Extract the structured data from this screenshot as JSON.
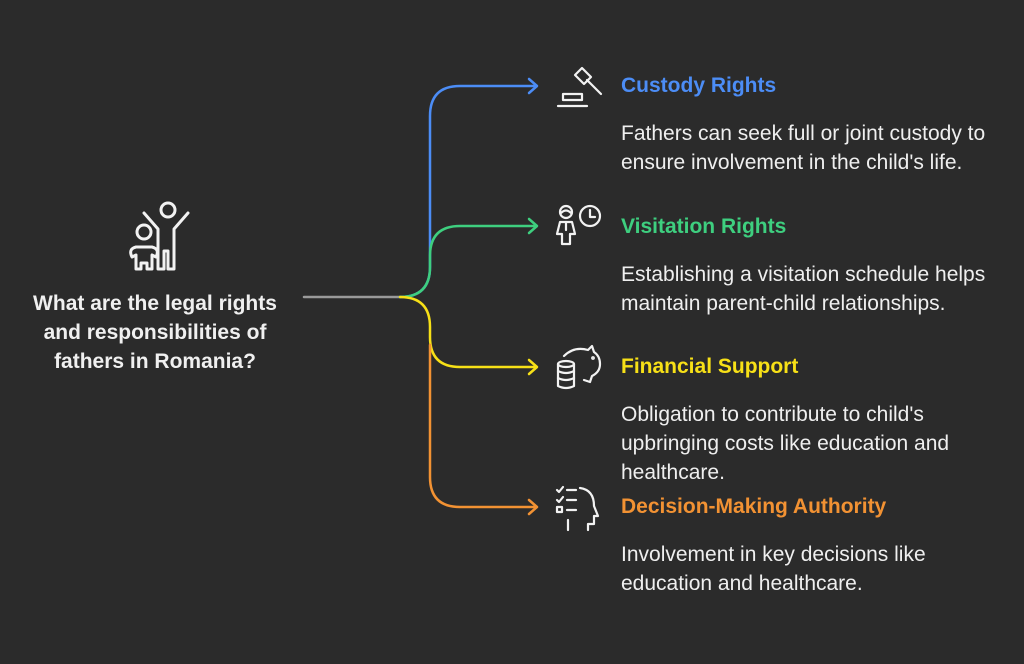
{
  "root": {
    "question": "What are the legal rights and responsibilities of fathers in Romania?",
    "icon": "parent-and-child-icon",
    "connector_color": "#9a9a9a"
  },
  "branches": [
    {
      "title": "Custody Rights",
      "description": "Fathers can seek full or joint custody to ensure involvement in the child's life.",
      "icon": "gavel-icon",
      "color": "#4c8df6"
    },
    {
      "title": "Visitation Rights",
      "description": "Establishing a visitation schedule helps maintain parent-child relationships.",
      "icon": "person-with-clock-icon",
      "color": "#3ecf7f"
    },
    {
      "title": "Financial Support",
      "description": "Obligation to contribute to child's upbringing costs like education and healthcare.",
      "icon": "piggy-bank-coins-icon",
      "color": "#f7e017"
    },
    {
      "title": "Decision-Making Authority",
      "description": "Involvement in key decisions like education and healthcare.",
      "icon": "head-checklist-icon",
      "color": "#f29233"
    }
  ]
}
